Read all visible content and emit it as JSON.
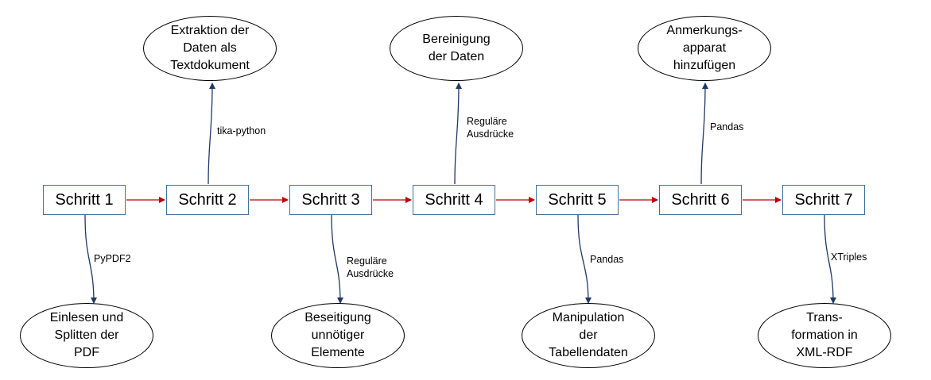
{
  "steps": [
    "Schritt 1",
    "Schritt 2",
    "Schritt 3",
    "Schritt 4",
    "Schritt 5",
    "Schritt 6",
    "Schritt 7"
  ],
  "tasks": [
    "Einlesen und\nSplitten der\nPDF",
    "Extraktion der\nDaten als\nTextdokument",
    "Beseitigung\nunnötiger\nElemente",
    "Bereinigung\nder Daten",
    "Manipulation\nder\nTabellendaten",
    "Anmerkungs-\napparat\nhinzufügen",
    "Trans-\nformation in\nXML-RDF"
  ],
  "tools": [
    "PyPDF2",
    "tika-python",
    "Reguläre\nAusdrücke",
    "Reguläre\nAusdrücke",
    "Pandas",
    "Pandas",
    "XTriples"
  ],
  "colors": {
    "flow_arrow": "#c00000",
    "tool_arrow": "#1f3864",
    "step_border": "#41719c"
  }
}
